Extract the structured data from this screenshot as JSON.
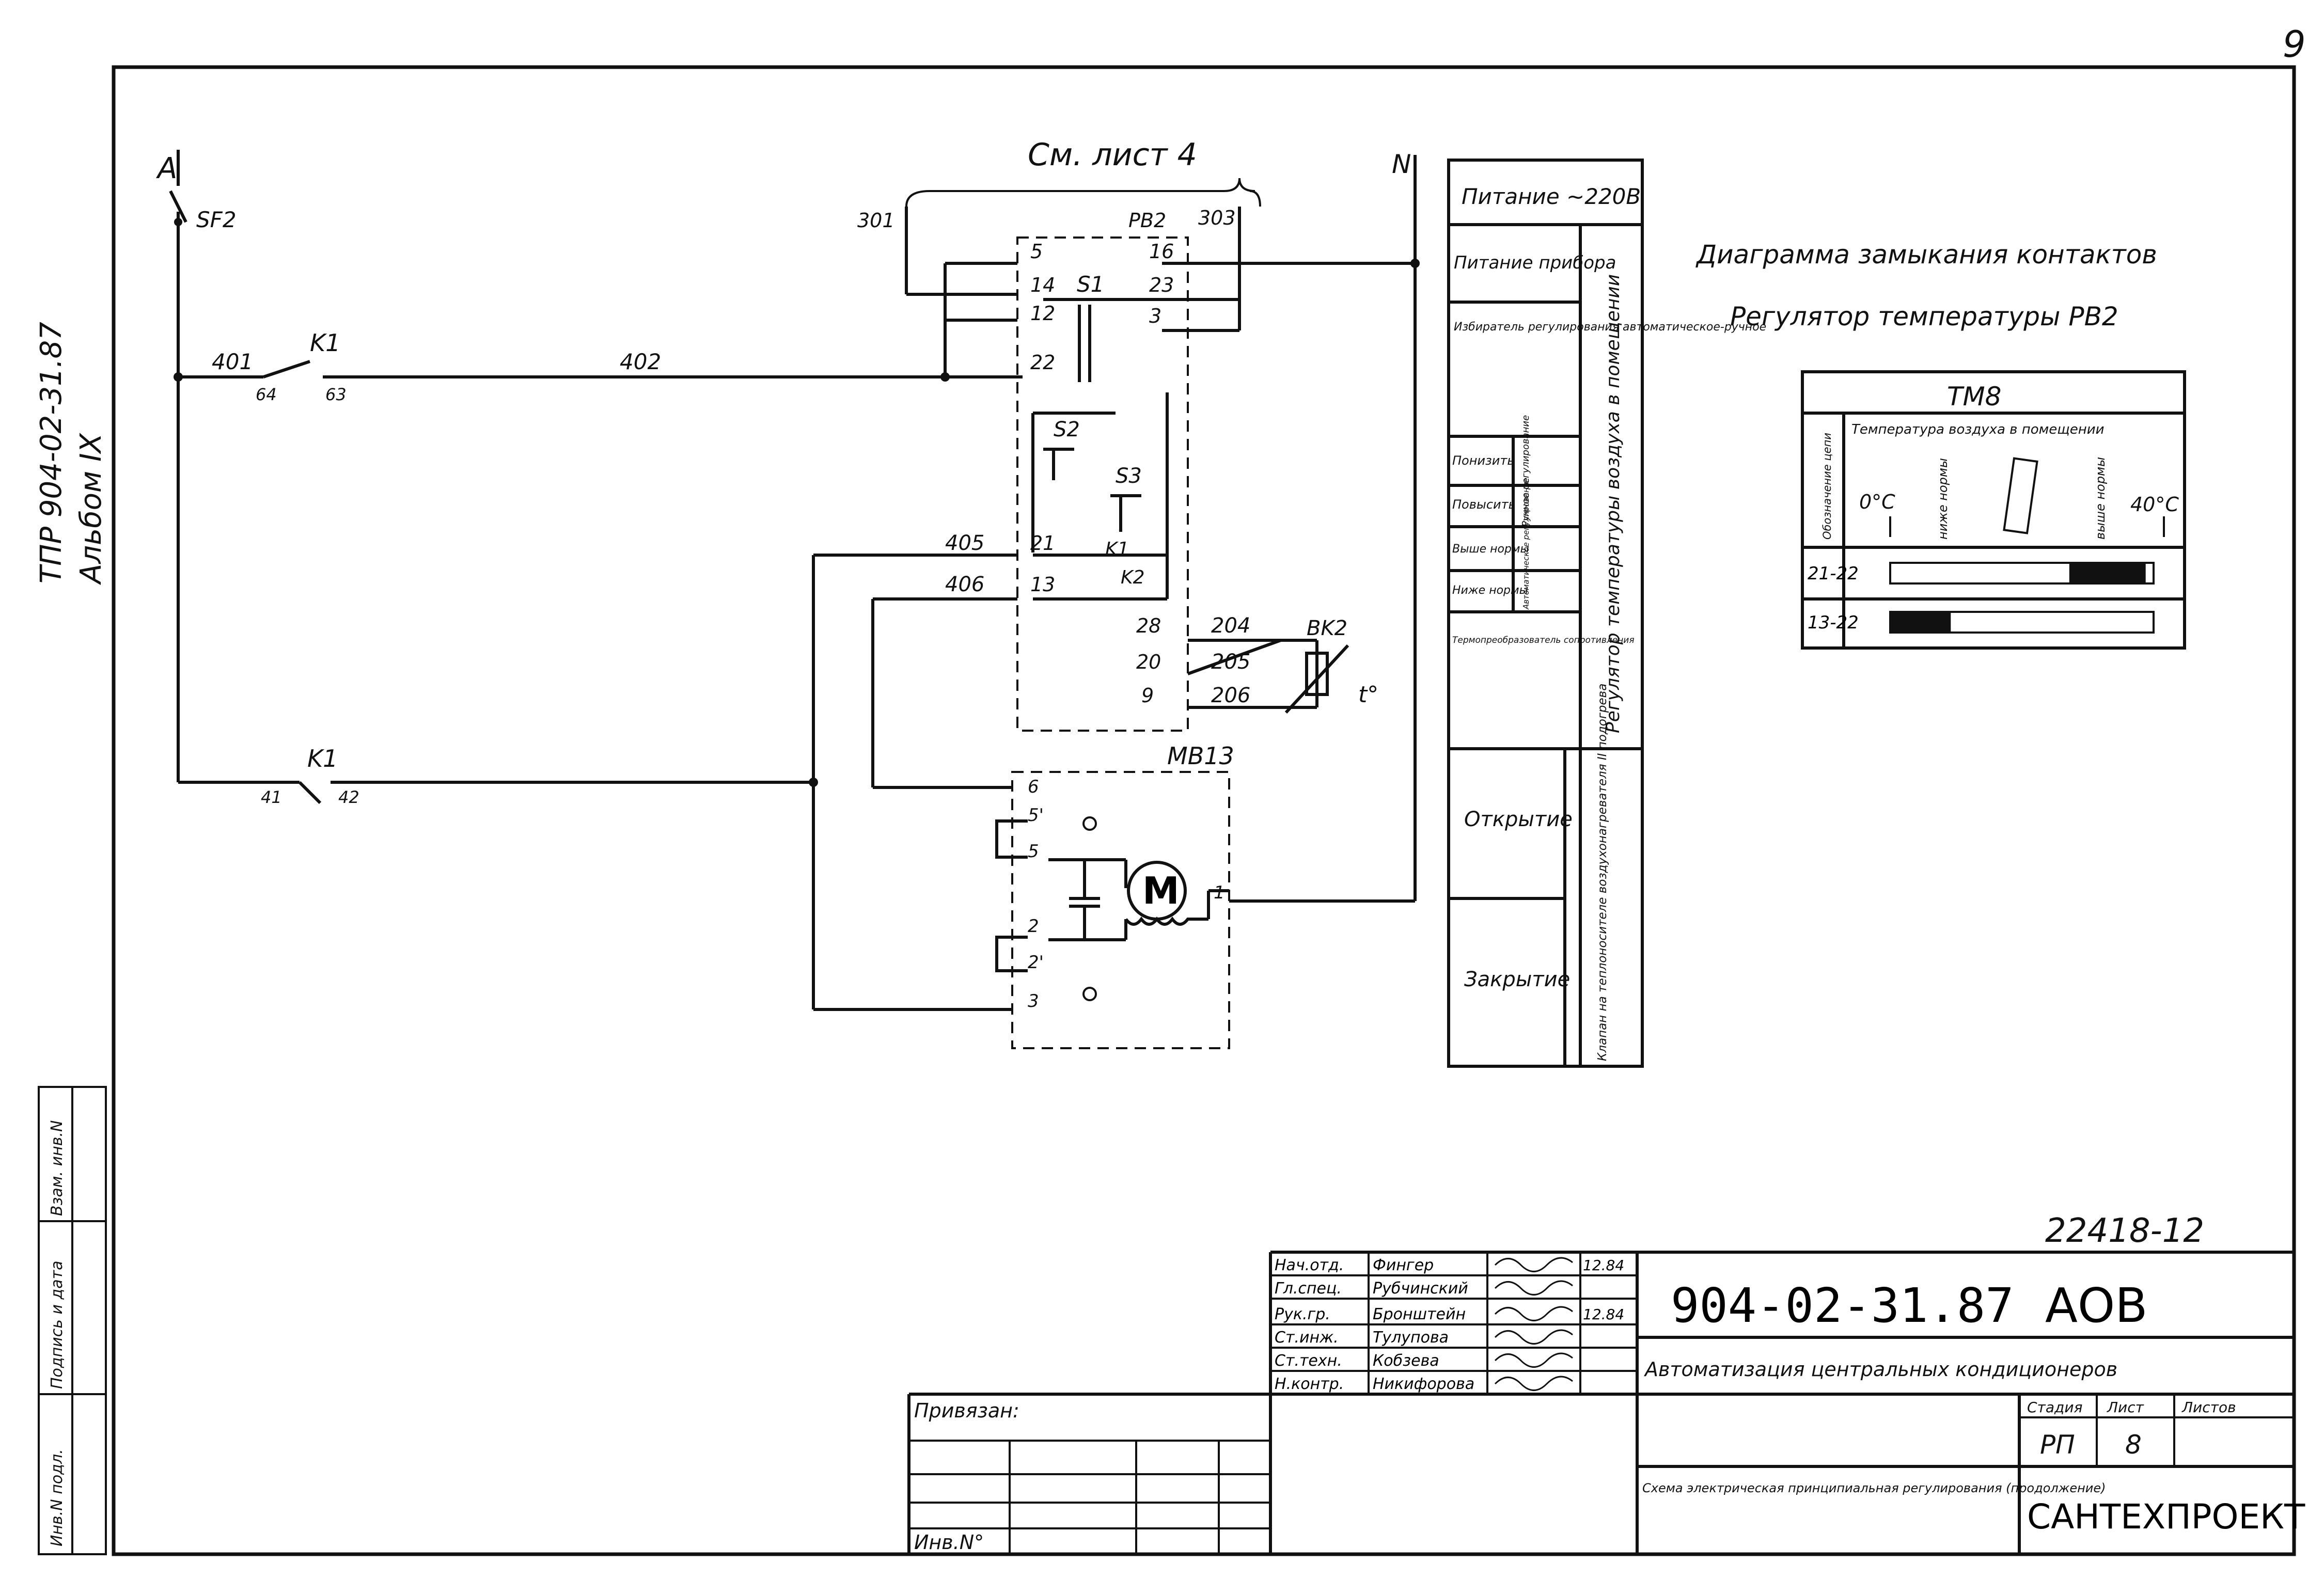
{
  "page_number": "9",
  "side_stamp": {
    "line1": "ТПР 904-02-31.87",
    "line2": "Альбом IX"
  },
  "left_strip": {
    "label1": "Инв.N подл.",
    "label2": "Подпись и дата",
    "label3": "Взам. инв.N"
  },
  "schematic": {
    "phase_label": "A",
    "breaker": "SF2",
    "ref_sheet": "См. лист 4",
    "neutral_label": "N",
    "relay_K1": "K1",
    "relay_K2": "K2",
    "relay_K1_small": "K1",
    "regulator": "PB2",
    "switches": [
      "S1",
      "S2",
      "S3"
    ],
    "sensor": "BK2",
    "motor_unit": "MB13",
    "motor_symbol": "M",
    "temp_symbol": "t°",
    "wires": [
      "301",
      "303",
      "401",
      "402",
      "405",
      "406",
      "204",
      "205",
      "206"
    ],
    "contacts_left": [
      "5",
      "14",
      "12",
      "22",
      "21",
      "13"
    ],
    "contacts_right": [
      "16",
      "23",
      "3",
      "28",
      "20",
      "9"
    ],
    "k1_contacts_top": [
      "64",
      "63"
    ],
    "k1_contacts_bottom": [
      "41",
      "42"
    ],
    "motor_terminals": [
      "6",
      "5'",
      "5",
      "2",
      "2'",
      "3",
      "1"
    ]
  },
  "function_table": {
    "header": "Питание ~220В",
    "rows": [
      "Питание прибора",
      "Избиратель регулирования автоматическое-ручное",
      "Понизить",
      "Повысить",
      "Выше нормы",
      "Ниже нормы",
      "Термопреобразователь сопротивления",
      "Открытие",
      "Закрытие"
    ],
    "sub_col": [
      "Ручное регулирование",
      "Автоматическое регулирование"
    ],
    "group1": "Регулятор температуры воздуха в помещении",
    "group2": "Клапан на теплоносителе воздухонагревателя II подогрева"
  },
  "diagram_title": {
    "line1": "Диаграмма замыкания контактов",
    "line2": "Регулятор температуры PB2"
  },
  "contact_table": {
    "title": "TM8",
    "col_head": "Обозначение цепи",
    "temp_head": "Температура воздуха в помещении",
    "scale": [
      "0°C",
      "ниже нормы",
      "выше нормы",
      "40°C"
    ],
    "rows": [
      {
        "label": "21-22",
        "closed_from": 0.68,
        "closed_to": 0.97
      },
      {
        "label": "13-22",
        "closed_from": 0.0,
        "closed_to": 0.23
      }
    ]
  },
  "doc_code": "22418-12",
  "title_block": {
    "roles": [
      "Нач.отд.",
      "Гл.спец.",
      "Рук.гр.",
      "Ст.инж.",
      "Ст.техн.",
      "Н.контр."
    ],
    "names": [
      "Фингер",
      "Рубчинский",
      "Бронштейн",
      "Тулупова",
      "Кобзева",
      "Никифорова"
    ],
    "dates": [
      "12.84",
      "",
      "12.84",
      "",
      "",
      ""
    ],
    "designation": "904-02-31.87",
    "mark": "АОВ",
    "project_title": "Автоматизация центральных кондиционеров",
    "stage_head": "Стадия",
    "sheet_head": "Лист",
    "sheets_head": "Листов",
    "stage": "РП",
    "sheet": "8",
    "drawing_title": "Схема электрическая принципиальная регулирования (продолжение)",
    "company": "САНТЕХПРОЕКТ",
    "bound": "Привязан:",
    "inv": "Инв.N°"
  }
}
